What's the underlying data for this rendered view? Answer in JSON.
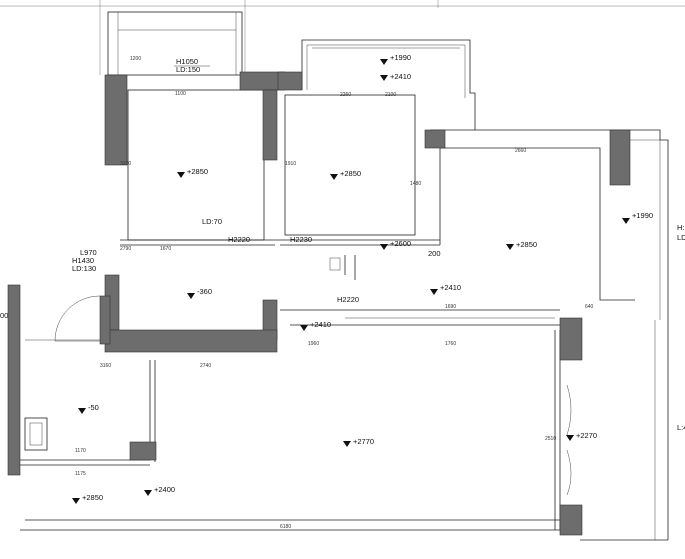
{
  "levels": {
    "bedroom_left": "+2850",
    "bedroom_mid": "+2850",
    "bedroom_right": "+2850",
    "balcony_top": "+1990",
    "balcony_top_b": "+2410",
    "right_pocket": "+1990",
    "corridor": "+2600",
    "corridor_b": "+2410",
    "small_room": "-360",
    "living": "+2770",
    "right_wall": "+2270",
    "bathroom": "-50",
    "bath_lower": "+2850",
    "bath_lower_b": "+2400",
    "corridor_c": "+2410"
  },
  "window_labels": {
    "top_h": "H1050",
    "top_ld": "LD:150",
    "left_l": "L970",
    "left_h": "H1430",
    "left_ld": "LD:130"
  },
  "door_labels": {
    "ld70": "LD:70",
    "h2220": "H2220",
    "h2230": "H2230",
    "h2220b": "H2220",
    "d200": "200"
  },
  "edge_labels": {
    "right_top": "H:",
    "right_top_b": "LD",
    "right_mid": "L:4",
    "left_edge": "00"
  },
  "dims_small": [
    "1100",
    "3320",
    "2260",
    "1910",
    "2660",
    "1670",
    "1480",
    "2740",
    "1760",
    "1690",
    "2510",
    "1170",
    "1175",
    "6180",
    "3160",
    "1960",
    "2100",
    "2790",
    "1200",
    "640"
  ]
}
